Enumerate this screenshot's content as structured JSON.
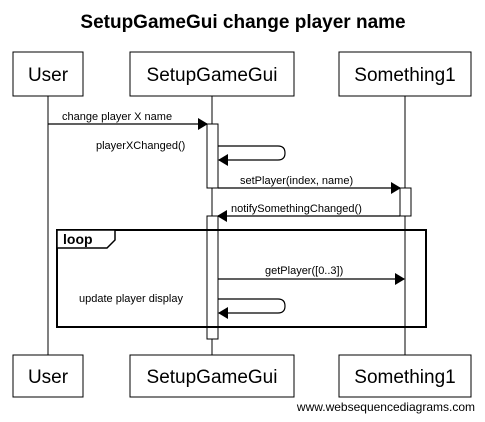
{
  "title": "SetupGameGui change player name",
  "participants": {
    "user": "User",
    "gui": "SetupGameGui",
    "something": "Something1"
  },
  "messages": {
    "m1": "change player X name",
    "m2": "playerXChanged()",
    "m3": "setPlayer(index, name)",
    "m4": "notifySomethingChanged()",
    "m5": "getPlayer([0..3])",
    "m6": "update player display"
  },
  "loop": {
    "label": "loop"
  },
  "watermark": "www.websequencediagrams.com"
}
